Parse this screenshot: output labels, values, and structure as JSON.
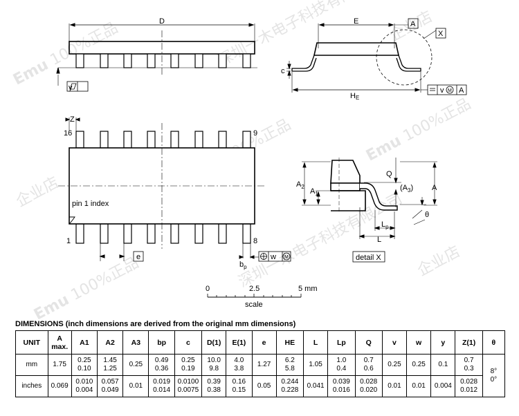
{
  "drawing": {
    "labels": {
      "D": "D",
      "E": "E",
      "A": "A",
      "X": "X",
      "c": "c",
      "y": "y",
      "HE": "H",
      "HE_sub": "E",
      "v": "v",
      "M": "M",
      "w": "w",
      "Z": "Z",
      "pin16": "16",
      "pin9": "9",
      "pin1": "1",
      "pin8": "8",
      "pin1_index": "pin 1 index",
      "e": "e",
      "bp": "b",
      "bp_sub": "p",
      "Q": "Q",
      "A2": "A",
      "A2_sub": "2",
      "A1": "A",
      "A1_sub": "1",
      "A3": "(A",
      "A3_sub": "3",
      "A3_close": ")",
      "A_side": "A",
      "theta": "θ",
      "Lp": "L",
      "Lp_sub": "p",
      "L": "L",
      "detail": "detail X"
    },
    "scale": {
      "tick0": "0",
      "tick1": "2.5",
      "tick2": "5 mm",
      "label": "scale"
    }
  },
  "watermark": {
    "brand": "Emu",
    "text1": "100%正品",
    "text2": "深圳一木电子科技有限公司",
    "text3": "企业店"
  },
  "table": {
    "title": "DIMENSIONS (inch dimensions are derived from the original mm dimensions)",
    "header": [
      "UNIT",
      "A max.",
      "A1",
      "A2",
      "A3",
      "bp",
      "c",
      "D(1)",
      "E(1)",
      "e",
      "HE",
      "L",
      "Lp",
      "Q",
      "v",
      "w",
      "y",
      "Z(1)",
      "θ"
    ],
    "mm": {
      "unit": "mm",
      "A": "1.75",
      "A1": [
        "0.25",
        "0.10"
      ],
      "A2": [
        "1.45",
        "1.25"
      ],
      "A3": "0.25",
      "bp": [
        "0.49",
        "0.36"
      ],
      "c": [
        "0.25",
        "0.19"
      ],
      "D": [
        "10.0",
        "9.8"
      ],
      "E": [
        "4.0",
        "3.8"
      ],
      "e": "1.27",
      "HE": [
        "6.2",
        "5.8"
      ],
      "L": "1.05",
      "Lp": [
        "1.0",
        "0.4"
      ],
      "Q": [
        "0.7",
        "0.6"
      ],
      "v": "0.25",
      "w": "0.25",
      "y": "0.1",
      "Z": [
        "0.7",
        "0.3"
      ]
    },
    "inches": {
      "unit": "inches",
      "A": "0.069",
      "A1": [
        "0.010",
        "0.004"
      ],
      "A2": [
        "0.057",
        "0.049"
      ],
      "A3": "0.01",
      "bp": [
        "0.019",
        "0.014"
      ],
      "c": [
        "0.0100",
        "0.0075"
      ],
      "D": [
        "0.39",
        "0.38"
      ],
      "E": [
        "0.16",
        "0.15"
      ],
      "e": "0.05",
      "HE": [
        "0.244",
        "0.228"
      ],
      "L": "0.041",
      "Lp": [
        "0.039",
        "0.016"
      ],
      "Q": [
        "0.028",
        "0.020"
      ],
      "v": "0.01",
      "w": "0.01",
      "y": "0.004",
      "Z": [
        "0.028",
        "0.012"
      ]
    },
    "theta": [
      "8°",
      "0°"
    ]
  }
}
